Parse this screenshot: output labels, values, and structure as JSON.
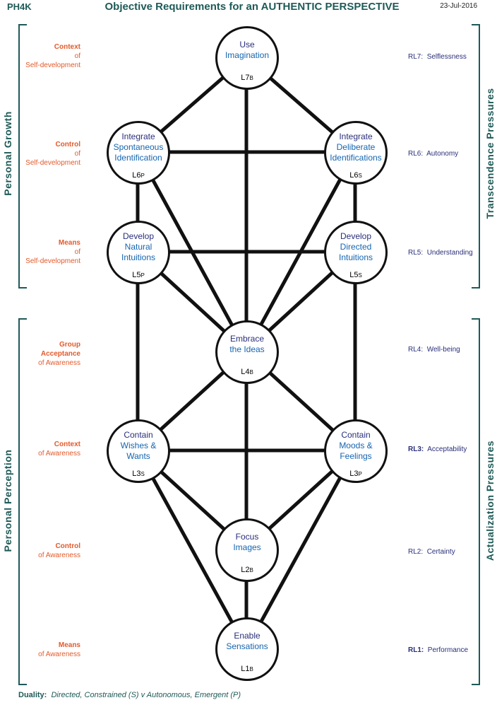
{
  "header": {
    "left": "PH4K",
    "title": "Objective Requirements for an AUTHENTIC PERSPECTIVE",
    "date": "23-Jul-2016"
  },
  "left_brackets": {
    "growth": "Personal  Growth",
    "perception": "Personal  Perception"
  },
  "right_brackets": {
    "transcendence": "Transcendence  Pressures",
    "actualization": "Actualization  Pressures"
  },
  "left_labels": [
    {
      "bold": "Context",
      "l2": "of",
      "l3": "Self-development"
    },
    {
      "bold": "Control",
      "l2": "of",
      "l3": "Self-development"
    },
    {
      "bold": "Means",
      "l2": "of",
      "l3": "Self-development"
    },
    {
      "bold": "Group",
      "l2b": "Acceptance",
      "l3": "of Awareness"
    },
    {
      "bold": "Context",
      "l2": "of Awareness"
    },
    {
      "bold": "Control",
      "l2": "of  Awareness"
    },
    {
      "bold": "Means",
      "l2": "of Awareness"
    }
  ],
  "right_labels": [
    {
      "code": "RL7:",
      "text": "Selflessness"
    },
    {
      "code": "RL6:",
      "text": "Autonomy"
    },
    {
      "code": "RL5:",
      "text": "Understanding"
    },
    {
      "code": "RL4:",
      "text": "Well-being"
    },
    {
      "code": "RL3:",
      "text": "Acceptability"
    },
    {
      "code": "RL2:",
      "text": "Certainty"
    },
    {
      "code": "RL1:",
      "text": "Performance"
    }
  ],
  "nodes": {
    "l7": {
      "verb": "Use",
      "obj1": "Imagination",
      "obj2": "",
      "code": "L7",
      "sub": "B"
    },
    "l6p": {
      "verb": "Integrate",
      "obj1": "Spontaneous",
      "obj2": "Identification",
      "code": "L6",
      "sub": "P"
    },
    "l6s": {
      "verb": "Integrate",
      "obj1": "Deliberate",
      "obj2": "Identifications",
      "code": "L6",
      "sub": "S"
    },
    "l5p": {
      "verb": "Develop",
      "obj1": "Natural",
      "obj2": "Intuitions",
      "code": "L5",
      "sub": "P"
    },
    "l5s": {
      "verb": "Develop",
      "obj1": "Directed",
      "obj2": "Intuitions",
      "code": "L5",
      "sub": "S"
    },
    "l4": {
      "verb": "Embrace",
      "obj1": "the Ideas",
      "obj2": "",
      "code": "L4",
      "sub": "B"
    },
    "l3s": {
      "verb": "Contain",
      "obj1": "Wishes &",
      "obj2": "Wants",
      "code": "L3",
      "sub": "S"
    },
    "l3p": {
      "verb": "Contain",
      "obj1": "Moods &",
      "obj2": "Feelings",
      "code": "L3",
      "sub": "P"
    },
    "l2": {
      "verb": "Focus",
      "obj1": "Images",
      "obj2": "",
      "code": "L2",
      "sub": "B"
    },
    "l1": {
      "verb": "Enable",
      "obj1": "Sensations",
      "obj2": "",
      "code": "L1",
      "sub": "B"
    }
  },
  "footer": {
    "label": "Duality:",
    "text": "Directed, Constrained (S) v Autonomous, Emergent (P)"
  }
}
